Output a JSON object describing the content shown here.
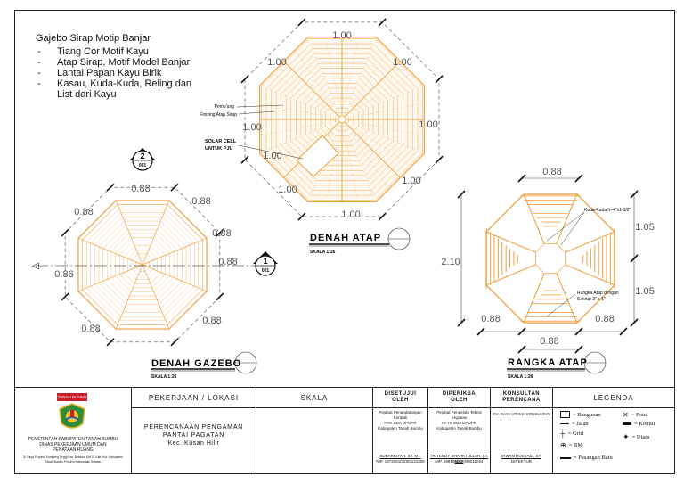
{
  "notes": {
    "title": "Gajebo Sirap Motip Banjar",
    "items": [
      "Tiang Cor Motif Kayu",
      "Atap Sirap, Motif Model Banjar",
      "Lantai Papan Kayu Birik",
      "Kasau, Kuda-Kuda, Reling dan\nList dari Kayu"
    ]
  },
  "roof_plan": {
    "title": "DENAH ATAP",
    "scale": "SKALA 1:26",
    "dims": [
      "1.00",
      "1.00",
      "1.00",
      "1.00",
      "1.00",
      "1.00",
      "1.00",
      "1.00",
      "1.00"
    ],
    "label_purlin": "Pemu'ung",
    "label_finishing": "Finising Atap Sirap",
    "label_solar": "SOLAR CELL\nUNTUK PJU"
  },
  "floor_plan": {
    "title": "DENAH GAZEBO",
    "scale": "SKALA 1:26",
    "dims": [
      "0.88",
      "0.88",
      "0.88",
      "0.88",
      "0.88",
      "0.86",
      "0.88",
      "0.88"
    ],
    "section_mark_1_num": "1",
    "section_mark_1_sheet": "001",
    "section_mark_2_num": "2",
    "section_mark_2_sheet": "001"
  },
  "roof_frame": {
    "title": "RANGKA ATAP",
    "scale": "SKALA 1:26",
    "dims_top": "0.88",
    "dims_right_1": "1.05",
    "dims_right_2": "1.05",
    "dims_left": "2.10",
    "dims_bottom_left": "0.88",
    "dims_bottom_mid": "0.88",
    "dims_bottom_right": "0.88",
    "label_kuda": "Kuda-Kuda h=4\"x1-1/2\"",
    "label_rangka": "Rangka Atap dengan\nSekrup 3\" x 1\""
  },
  "title_block": {
    "owner_badge": "TANAH BUMBU",
    "owner_text": "PEMERINTAH KABUPATEN TANAH BUMBU\nDINAS PEKERJAAN UMUM DAN\nPENATAAN RUANG",
    "owner_address": "Jl. Raya Propinsi Sumpang Tinggi Kav. Batulicin  KM.01 Kab. Kot. Kabupaten Tanah Bumbu  Provinsi Kalimantan Selatan",
    "job_header": "PEKERJAAN / LOKASI",
    "job_title": "PERENCANAAN PENGAMAN\nPANTAI PAGATAN",
    "job_location": "Kec. Kusan Hilir",
    "scale_header": "SKALA",
    "approved_header": "DISETUJUI\nOLEH",
    "approved_role": "Pejabat Penandatangan Kontrak\nPPK SDA DPUPR\nKabupaten Tanah Bumbu",
    "approved_name": "SUBARKIYAH, ST. MT.",
    "approved_nip": "NIP. 197205102003121006",
    "checked_header": "DIPERIKSA\nOLEH",
    "checked_role": "Pejabat Pengelola Teknis Kegiatan\nPPTK SDA DPUPR\nKabupaten Tanah Bumbu",
    "checked_name": "TRITENDY SHAHKTULLAH, ST. MAP",
    "checked_nip": "NIP. 198106062009011024",
    "consultant_header": "KONSULTAN\nPERENCANA",
    "consultant_name": "CV. DAYA UTAMA KONSULTAN",
    "consultant_person": "IRWAN ROSYADI, ST.",
    "consultant_role": "DIREKTUR",
    "legend_header": "LEGENDA",
    "legend": [
      "= Bangunan",
      "= Jalan",
      "= Grid",
      "= BM",
      "= Pasangan Batu",
      "= Point",
      "= Kontur",
      "= Utara"
    ]
  },
  "colors": {
    "drawing": "#f0a040",
    "ink": "#111111",
    "badge": "#c8202a",
    "emblem": "#2e8b3a"
  }
}
